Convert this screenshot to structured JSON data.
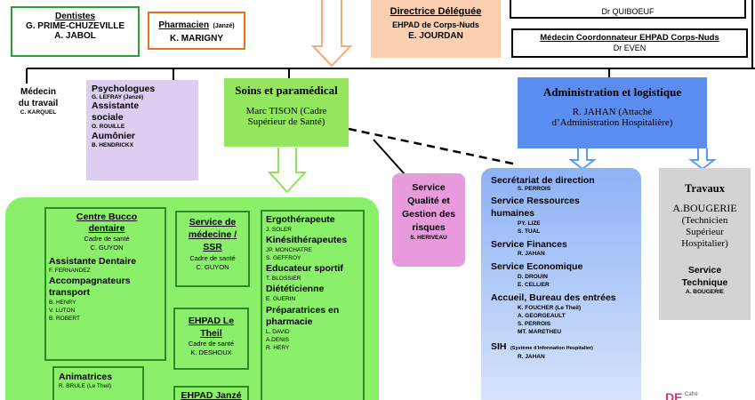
{
  "top": {
    "dentists": {
      "title": "Dentistes",
      "names": [
        "G. PRIME-CHUZEVILLE",
        "A. JABOL"
      ]
    },
    "pharmacist": {
      "title": "Pharmacien",
      "note": "(Janzé)",
      "name": "K.  MARIGNY"
    },
    "director": {
      "title": "Directrice Déléguée",
      "line": "EHPAD de Corps-Nuds",
      "name": "E. JOURDAN"
    },
    "doctor_top": {
      "name": "Dr QUIBOEUF"
    },
    "coordinator": {
      "title": "Médecin Coordonnateur EHPAD Corps-Nuds",
      "name": "Dr EVEN"
    }
  },
  "occupational": {
    "lines": [
      "Médecin",
      "du travail"
    ],
    "name": "C. KARQUEL"
  },
  "psych": {
    "title": "Psychologues",
    "p1": "G. LEFRAY (Janzé)",
    "assistant_title": "Assistante",
    "assistant_title2": "sociale",
    "p2": "O. ROUILLE",
    "chaplain_title": "Aumônier",
    "p3": "B. HENDRICKX"
  },
  "care": {
    "title": "Soins et paramédical",
    "name": "Marc TISON  (Cadre",
    "role": "Supérieur de Santé)"
  },
  "admin": {
    "title": "Administration et logistique",
    "name": "R. JAHAN (Attaché",
    "role": "d’Administration Hospitalière)"
  },
  "quality": {
    "lines": [
      "Service",
      "Qualité et",
      "Gestion des",
      "risques"
    ],
    "name": "S. HERIVEAU"
  },
  "admin_services": {
    "sec_title": "Secrétariat de direction",
    "sec_name": "S. PERROIS",
    "hr_title": "Service Ressources",
    "hr_title2": "humaines",
    "hr_n1": "PY. LIZE",
    "hr_n2": "S. TUAL",
    "fin_title": "Service Finances",
    "fin_name": "R. JAHAN",
    "eco_title": "Service Economique",
    "eco_n1": "D. DROUIN",
    "eco_n2": "E. CELLIER",
    "acc_title": "Accueil, Bureau des entrées",
    "acc_n1": "K. FOUCHER (Le  Theil)",
    "acc_n2": "A. GEORGEAULT",
    "acc_n3": "S. PERROIS",
    "acc_n4": "MT. MARETHEU",
    "sih_title": "SIH",
    "sih_sub": "(Système d’Information Hospitalier)",
    "sih_name": "R. JAHAN"
  },
  "works": {
    "title": "Travaux",
    "name": "A.BOUGERIE",
    "role": [
      "(Technicien",
      "Supérieur",
      "Hospitalier)"
    ],
    "tech_title": "Service",
    "tech_title2": "Technique",
    "tech_name": "A. BOUGERIE"
  },
  "bucco": {
    "t1": "Centre Bucco",
    "t2": "dentaire",
    "role": "Cadre de santé",
    "name": "C. GUYON"
  },
  "dental_assistant": {
    "title": "Assistante Dentaire",
    "name": "F. FERNANDEZ"
  },
  "escorts": {
    "t1": "Accompagnateurs",
    "t2": "transport",
    "names": [
      "B. HENRY",
      "V. LUTON",
      "B. ROBERT"
    ]
  },
  "ssr": {
    "t1": "Service de",
    "t2": "médecine /",
    "t3": "SSR",
    "role": "Cadre de santé",
    "name": "C. GUYON"
  },
  "paramed": {
    "ergo_title": "Ergothérapeute",
    "ergo_name": "J. SOLER",
    "kine_title": "Kinésithérapeutes",
    "kine_n1": "JP.  MONCHATRE",
    "kine_n2": "S. GEFFROY",
    "sport_title": "Educateur sportif",
    "sport_name": "T. BLOSSIER",
    "diet_title": "Diététicienne",
    "diet_name": "E. GUERIN",
    "prep_title": "Préparatrices  en",
    "prep_title2": "pharmacie",
    "prep_n1": "L. DAVID",
    "prep_n2": "A.DENIS",
    "prep_n3": "R. HERY"
  },
  "theil": {
    "t1": "EHPAD Le",
    "t2": "Theil",
    "role": "Cadre de santé",
    "name": "K. DESHOUX"
  },
  "janze": {
    "t1": "EHPAD Janzé"
  },
  "animators": {
    "title": "Animatrices",
    "name": "R. BRULE  (Le Theil)"
  },
  "logo": {
    "text": "DE",
    "small": "Cafrè"
  },
  "colors": {
    "green_light": "#8af06a",
    "green_mid": "#93e65e",
    "green_border": "#3d9b2a",
    "lavender": "#dccdf1",
    "blue": "#5b8cf0",
    "pink": "#e79bdc",
    "gray": "#d3d3d3",
    "peach": "#fbd0b0",
    "orange": "#e07a1e"
  }
}
